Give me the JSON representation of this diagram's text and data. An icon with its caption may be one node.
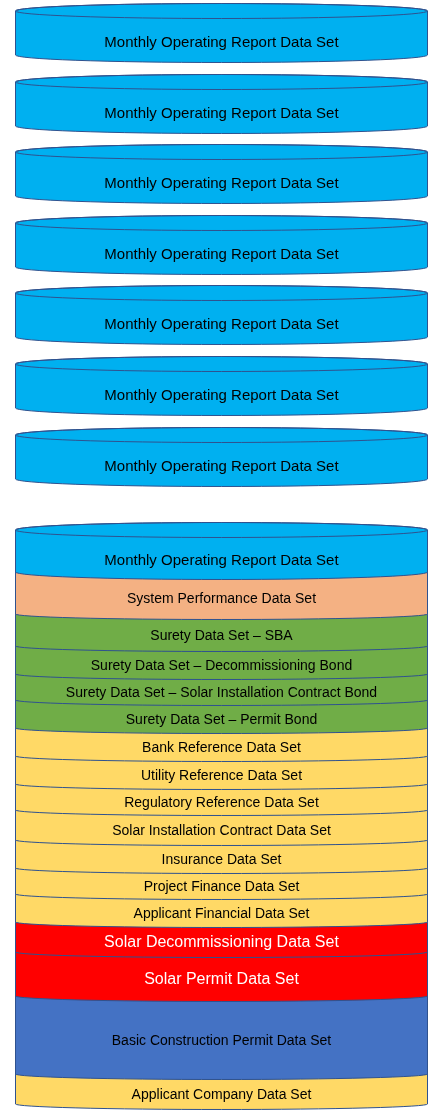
{
  "diagram": {
    "nodes": [
      {
        "text": [
          "Monthly Operating Report Data Set"
        ]
      },
      {
        "text": [
          "Monthly Operating Report Data Set"
        ]
      },
      {
        "text": [
          "Monthly Operating Report Data Set"
        ]
      },
      {
        "text": [
          "Monthly Operating Report Data Set"
        ]
      },
      {
        "text": [
          "Monthly Operating Report Data Set"
        ]
      },
      {
        "text": [
          "Monthly Operating Report Data Set"
        ]
      },
      {
        "text": [
          "Monthly Operating Report Data Set"
        ]
      },
      {
        "text": [
          "Monthly Operating Report Data Set"
        ]
      },
      {
        "text": [
          "System Performance Data Set"
        ]
      },
      {
        "text": [
          "Surety Data Set – SBA"
        ]
      },
      {
        "text": [
          "Surety Data Set – Decommissioning Bond"
        ]
      },
      {
        "text": [
          "Surety Data Set – Solar Installation Contract Bond"
        ]
      },
      {
        "text": [
          "Surety Data Set – Permit Bond"
        ]
      },
      {
        "text": [
          "Bank Reference Data Set"
        ]
      },
      {
        "text": [
          "Utility  Reference Data Set"
        ]
      },
      {
        "text": [
          "Regulatory Reference Data Set"
        ]
      },
      {
        "text": [
          "Solar Installation Contract Data Set"
        ]
      },
      {
        "text": [
          "Insurance Data Set"
        ]
      },
      {
        "text": [
          "Project Finance Data Set"
        ]
      },
      {
        "text": [
          "Applicant Financial Data Set"
        ]
      },
      {
        "text": [
          "Solar Decommissioning Data Set"
        ]
      },
      {
        "text": [
          "Solar Permit Data Set"
        ]
      },
      {
        "text": [
          "Basic Construction Permit Data Set"
        ]
      },
      {
        "text": [
          "Applicant Company Data Set"
        ]
      }
    ],
    "edges": []
  }
}
